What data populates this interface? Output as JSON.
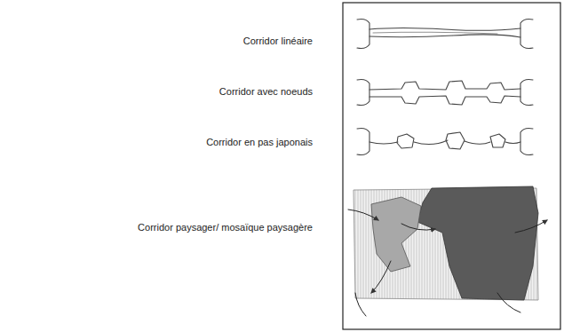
{
  "diagram": {
    "labels": [
      "Corridor linéaire",
      "Corridor avec noeuds",
      "Corridor en pas japonais",
      "Corridor paysager/ mosaïque paysagère"
    ]
  }
}
